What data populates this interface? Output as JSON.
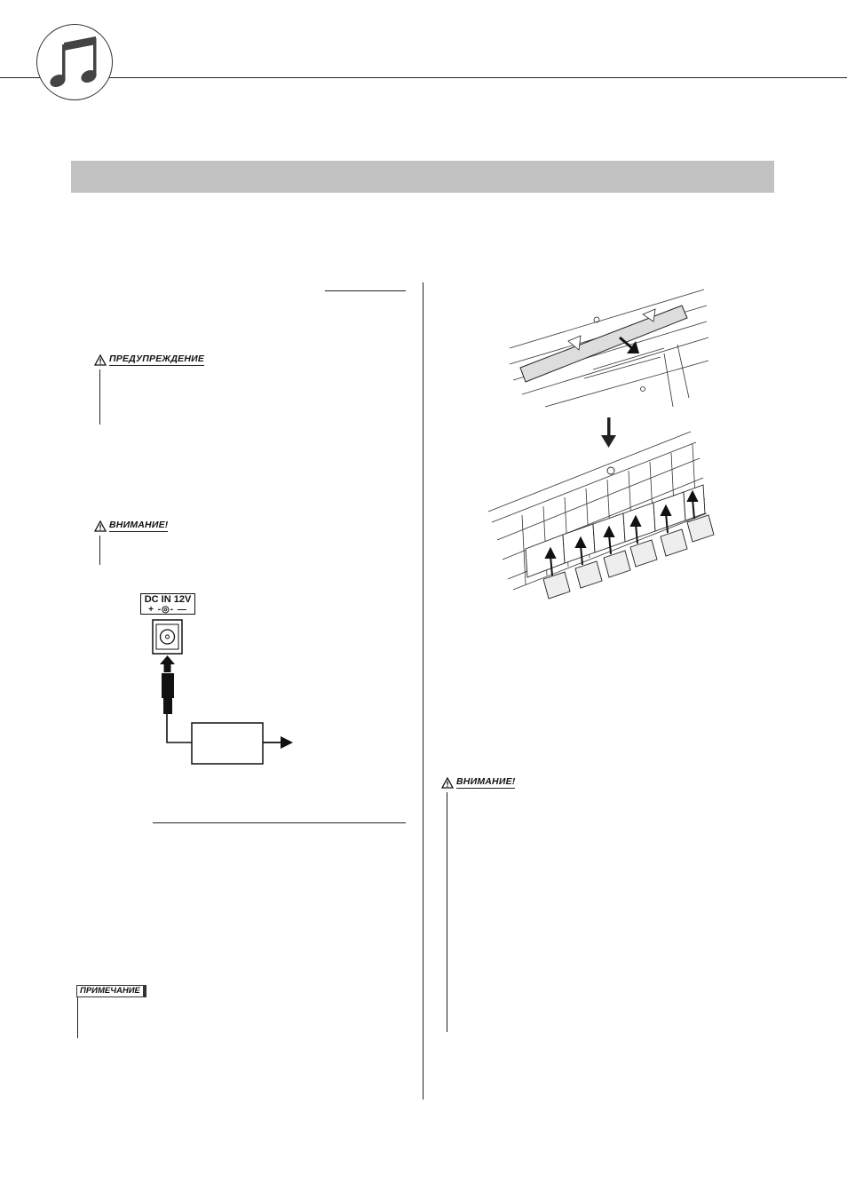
{
  "header": {
    "icon": "music-note-icon"
  },
  "left_column": {
    "warning": {
      "label": "ПРЕДУПРЕЖДЕНИЕ",
      "icon": "warning-triangle-icon"
    },
    "caution": {
      "label": "ВНИМАНИЕ!",
      "icon": "warning-triangle-icon"
    },
    "dc_jack": {
      "label": "DC IN 12V",
      "polarity": "+ -◎- —"
    },
    "note": {
      "label": "ПРИМЕЧАНИЕ"
    }
  },
  "right_column": {
    "caution": {
      "label": "ВНИМАНИЕ!",
      "icon": "warning-triangle-icon"
    },
    "illustration": {
      "battery_count": 6
    }
  }
}
